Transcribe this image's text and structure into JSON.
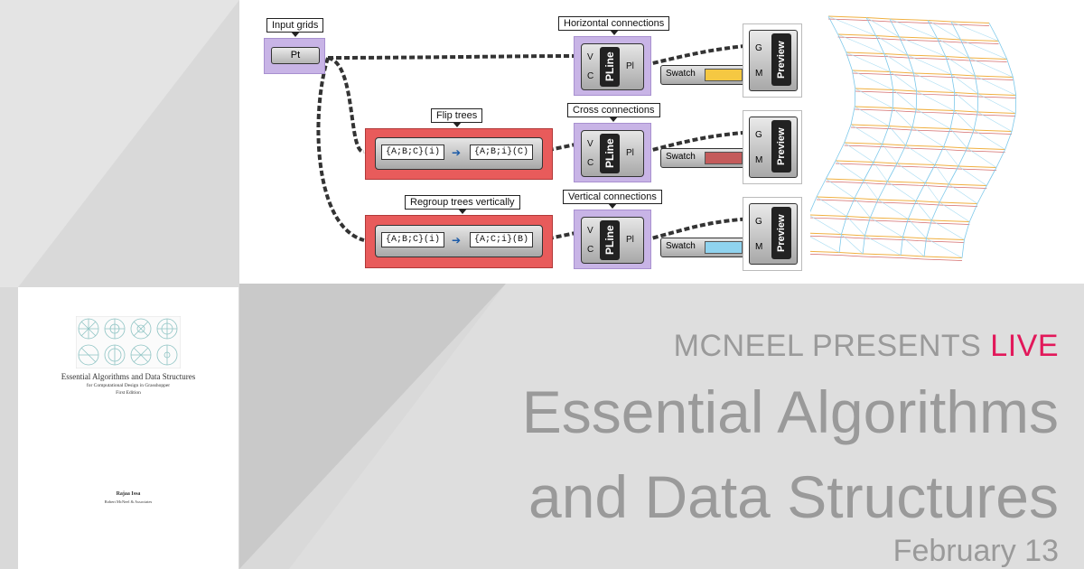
{
  "diagram": {
    "labels": {
      "input_grids": "Input grids",
      "horizontal": "Horizontal connections",
      "flip": "Flip trees",
      "cross": "Cross connections",
      "regroup": "Regroup trees vertically",
      "vertical": "Vertical connections"
    },
    "pt": "Pt",
    "pline": "PLine",
    "port_v": "V",
    "port_c": "C",
    "port_pl": "Pl",
    "port_g": "G",
    "port_m": "M",
    "swatch": "Swatch",
    "preview": "Preview",
    "flip_from": "{A;B;C}(i)",
    "flip_to": "{A;B;i}(C)",
    "regroup_from": "{A;B;C}(i)",
    "regroup_to": "{A;C;i}(B)",
    "swatch_colors": [
      "#f5c842",
      "#c45b5b",
      "#8fd3ef"
    ]
  },
  "cover": {
    "title": "Essential Algorithms and Data Structures",
    "subtitle": "for Computational Design in Grasshopper",
    "edition": "First Edition",
    "author": "Rajaa Issa",
    "publisher": "Robert McNeel & Associates"
  },
  "headline": {
    "presents": "MCNEEL PRESENTS",
    "live": "LIVE",
    "line1": "Essential Algorithms",
    "line2": "and Data Structures",
    "date": "February 13"
  },
  "colors": {
    "accent": "#e2185a",
    "headline_gray": "#9a9a9a"
  }
}
